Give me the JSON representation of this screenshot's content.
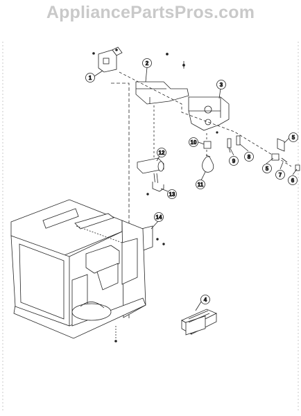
{
  "watermark": "AppliancePartsPros.com",
  "callouts": [
    {
      "id": "part-1",
      "label": "1"
    },
    {
      "id": "part-2",
      "label": "2"
    },
    {
      "id": "part-3",
      "label": "3"
    },
    {
      "id": "part-4",
      "label": "4"
    },
    {
      "id": "part-5a",
      "label": "5"
    },
    {
      "id": "part-5b",
      "label": "5"
    },
    {
      "id": "part-6",
      "label": "6"
    },
    {
      "id": "part-7",
      "label": "7"
    },
    {
      "id": "part-8",
      "label": "8"
    },
    {
      "id": "part-9",
      "label": "9"
    },
    {
      "id": "part-10",
      "label": "10"
    },
    {
      "id": "part-11",
      "label": "11"
    },
    {
      "id": "part-12",
      "label": "12"
    },
    {
      "id": "part-13",
      "label": "13"
    },
    {
      "id": "part-14",
      "label": "14"
    }
  ]
}
